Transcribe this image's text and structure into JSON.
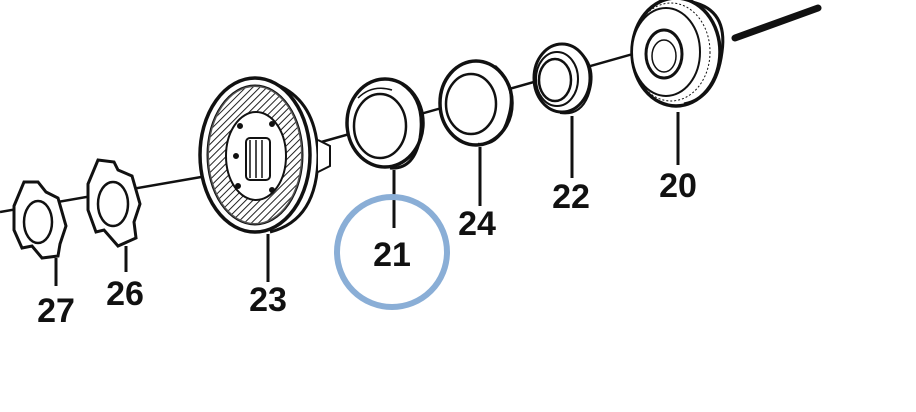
{
  "diagram": {
    "highlight_color": "#8aaed6",
    "highlighted_part": "21",
    "labels": {
      "p20": "20",
      "p21": "21",
      "p22": "22",
      "p23": "23",
      "p24": "24",
      "p26": "26",
      "p27": "27"
    }
  }
}
